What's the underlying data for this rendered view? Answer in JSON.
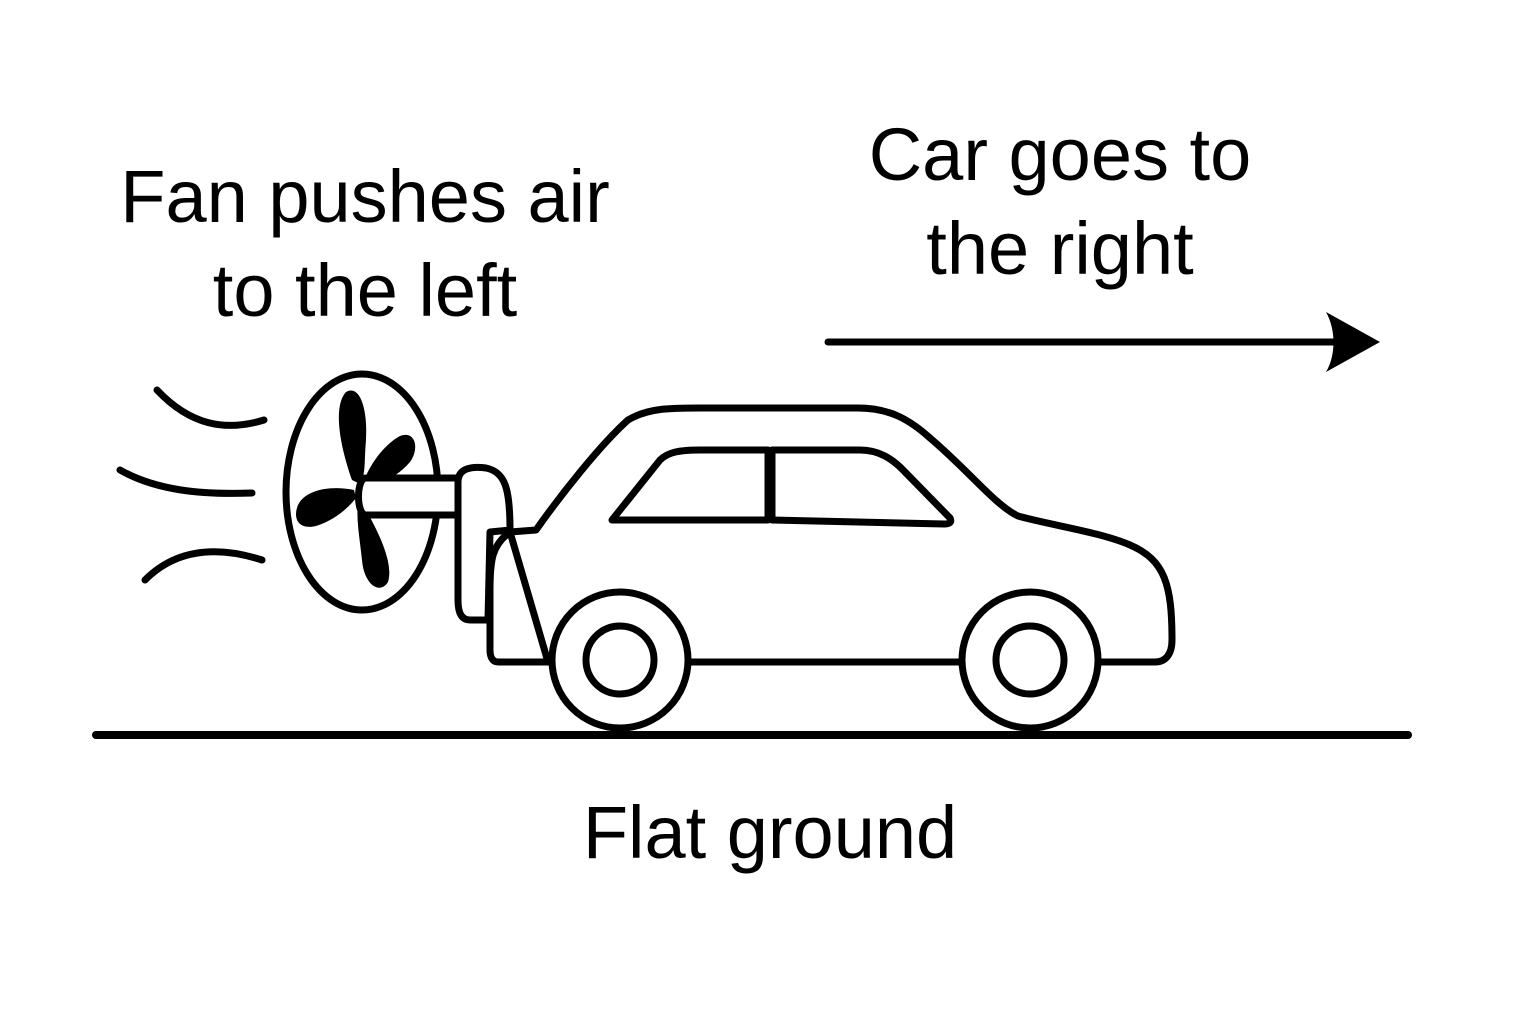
{
  "labels": {
    "fan": "Fan pushes air\nto the left",
    "car": "Car goes to\nthe right",
    "ground": "Flat ground"
  },
  "colors": {
    "ink": "#000000",
    "background": "#ffffff"
  },
  "icons": {
    "fan": "fan-icon",
    "car": "car-icon",
    "arrow": "arrow-right-icon"
  }
}
